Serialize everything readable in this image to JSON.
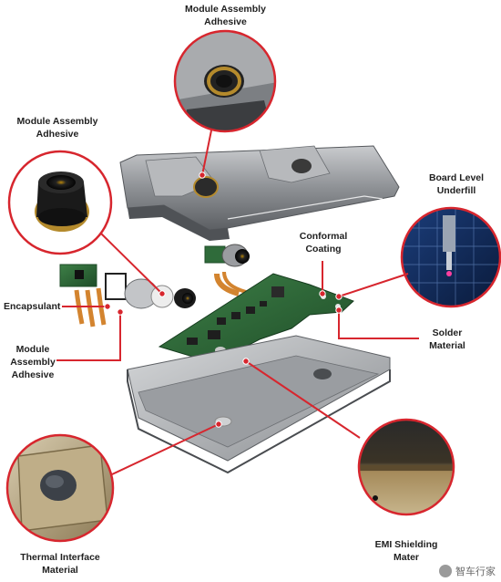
{
  "labels": {
    "module_adhesive_top": [
      "Module Assembly",
      "Adhesive"
    ],
    "module_adhesive_left": [
      "Module Assembly",
      "Adhesive"
    ],
    "board_level_underfill": [
      "Board Level",
      "Underfill"
    ],
    "conformal_coating": [
      "Conformal",
      "Coating"
    ],
    "encapsulant": [
      "Encapsulant"
    ],
    "solder_material": [
      "Solder",
      "Material"
    ],
    "module_adhesive_bottom": [
      "Module",
      "Assembly",
      "Adhesive"
    ],
    "emi_shielding": [
      "EMI Shielding",
      "Mater"
    ],
    "thermal_interface": [
      "Thermal Interface",
      "Material"
    ]
  },
  "watermark": "智车行家",
  "colors": {
    "callout": "#d7262e",
    "housing": "#8e9195",
    "pcb": "#2f6b3a",
    "flex": "#d3842f"
  }
}
